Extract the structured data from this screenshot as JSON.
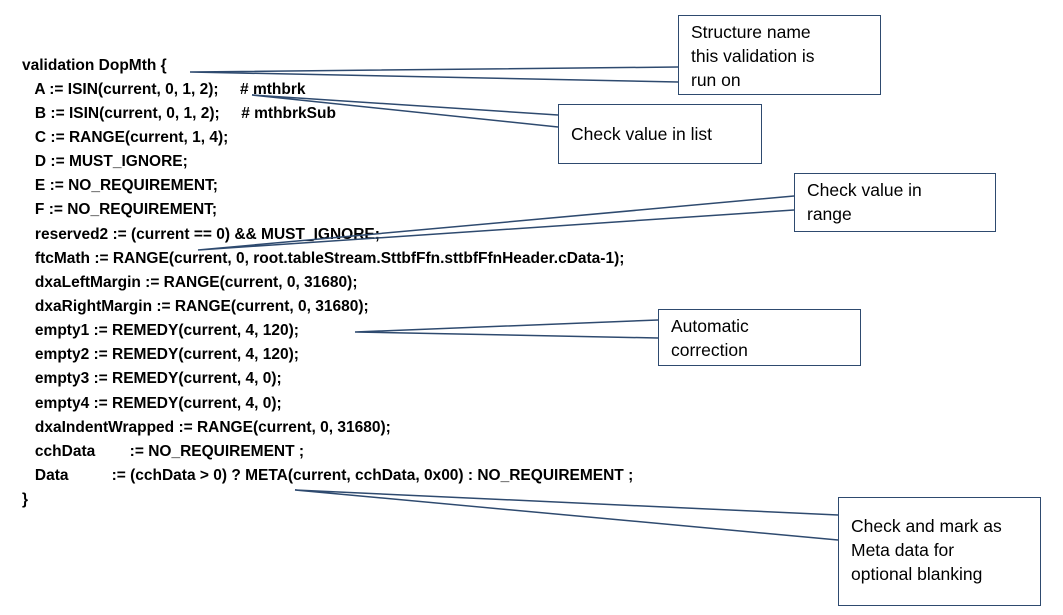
{
  "code": {
    "lines": [
      "validation DopMth {",
      "   A := ISIN(current, 0, 1, 2);     # mthbrk",
      "   B := ISIN(current, 0, 1, 2);     # mthbrkSub",
      "   C := RANGE(current, 1, 4);",
      "   D := MUST_IGNORE;",
      "   E := NO_REQUIREMENT;",
      "   F := NO_REQUIREMENT;",
      "   reserved2 := (current == 0) && MUST_IGNORE;",
      "   ftcMath := RANGE(current, 0, root.tableStream.SttbfFfn.sttbfFfnHeader.cData-1);",
      "   dxaLeftMargin := RANGE(current, 0, 31680);",
      "   dxaRightMargin := RANGE(current, 0, 31680);",
      "   empty1 := REMEDY(current, 4, 120);",
      "   empty2 := REMEDY(current, 4, 120);",
      "   empty3 := REMEDY(current, 4, 0);",
      "   empty4 := REMEDY(current, 4, 0);",
      "   dxaIndentWrapped := RANGE(current, 0, 31680);",
      "   cchData        := NO_REQUIREMENT ;",
      "   Data          := (cchData > 0) ? META(current, cchData, 0x00) : NO_REQUIREMENT ;",
      "}"
    ]
  },
  "callouts": {
    "structure_name": {
      "lines": [
        "Structure name",
        "this validation is",
        "run on"
      ]
    },
    "check_list": {
      "lines": [
        "Check value in list"
      ]
    },
    "check_range": {
      "lines": [
        "Check value in",
        "range"
      ]
    },
    "auto_correction": {
      "lines": [
        "Automatic",
        "correction"
      ]
    },
    "meta_data": {
      "lines": [
        "Check and mark as",
        "Meta data for",
        "optional blanking"
      ]
    }
  },
  "colors": {
    "callout_border": "#2e4a6f",
    "connector": "#2e4a6f",
    "text": "#000000"
  }
}
